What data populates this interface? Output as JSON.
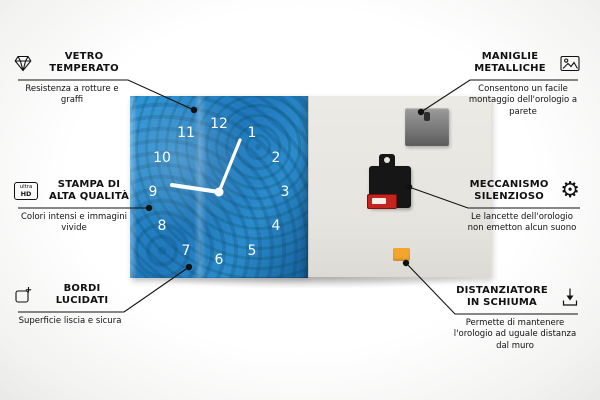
{
  "callouts": {
    "vetro": {
      "title": "VETRO TEMPERATO",
      "subtitle": "Resistenza a rotture e graffi"
    },
    "stampa": {
      "title": "STAMPA DI ALTA QUALITÀ",
      "subtitle": "Colori intensi e immagini vivide"
    },
    "bordi": {
      "title": "BORDI LUCIDATI",
      "subtitle": "Superficie liscia e sicura"
    },
    "maniglie": {
      "title": "MANIGLIE METALLICHE",
      "subtitle": "Consentono un facile montaggio dell'orologio a parete"
    },
    "meccanismo": {
      "title": "MECCANISMO SILENZIOSO",
      "subtitle": "Le lancette dell'orologio non emetton alcun suono"
    },
    "distanziatore": {
      "title": "DISTANZIATORE IN SCHIUMA",
      "subtitle": "Permette di mantenere l'orologio ad uguale distanza dal muro"
    }
  },
  "icons": {
    "ultra_hd": {
      "line1": "ultra",
      "line2": "HD"
    },
    "gear_glyph": "⚙"
  },
  "product": {
    "clock_numbers": [
      "1",
      "2",
      "3",
      "4",
      "5",
      "6",
      "7",
      "8",
      "9",
      "10",
      "11",
      "12"
    ]
  },
  "colors": {
    "clock_face_blue": "#2585c6",
    "back_panel": "#e8e6e1",
    "mechanism_black": "#161616",
    "battery_red": "#c4231f",
    "foam_orange": "#f2a62d",
    "line_black": "#111111",
    "text_black": "#111111"
  }
}
